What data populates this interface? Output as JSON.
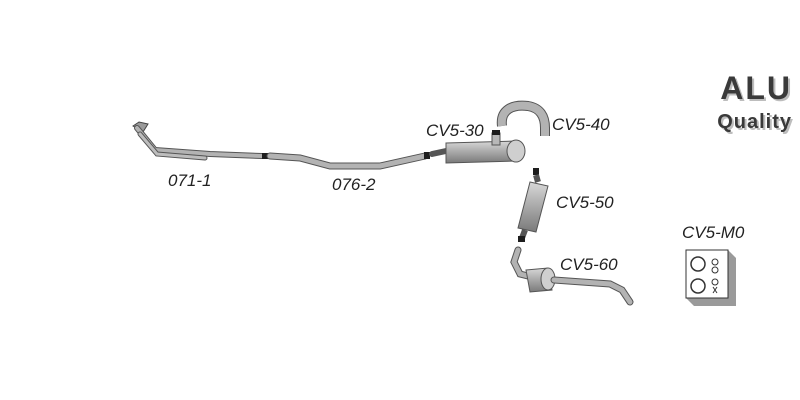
{
  "brand": {
    "main": "ALU",
    "sub": "Quality"
  },
  "parts": {
    "front_pipe": "071-1",
    "middle_pipe": "076-2",
    "front_silencer": "CV5-30",
    "bend_pipe": "CV5-40",
    "middle_silencer": "CV5-50",
    "rear_silencer": "CV5-60",
    "mounting_kit": "CV5-M0"
  },
  "colors": {
    "pipe": "#a9a9a9",
    "pipe_outline": "#555555",
    "joint": "#1e1e1e",
    "text": "#222222",
    "brand": "#3a3a3a"
  }
}
